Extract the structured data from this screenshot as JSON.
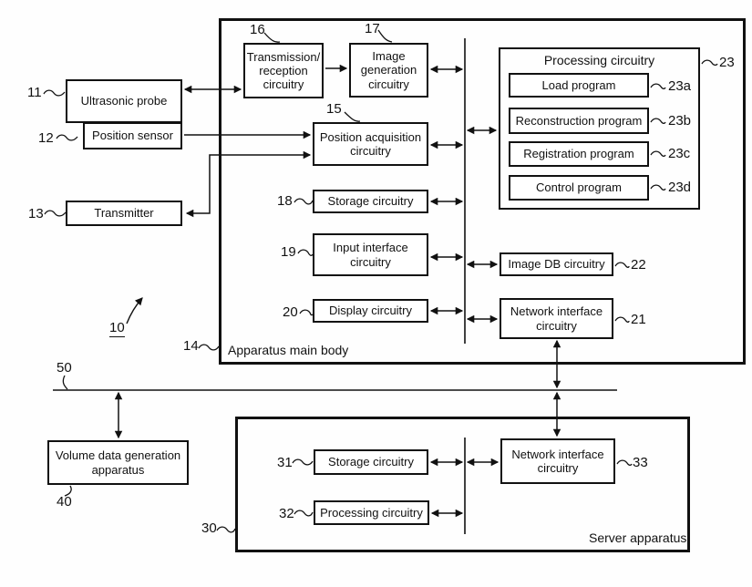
{
  "figure": {
    "system_ref": "10",
    "network": {
      "ref": "50"
    },
    "nodes": {
      "ultrasonic_probe": {
        "ref": "11",
        "label": "Ultrasonic probe"
      },
      "position_sensor": {
        "ref": "12",
        "label": "Position sensor"
      },
      "transmitter": {
        "ref": "13",
        "label": "Transmitter"
      },
      "apparatus_main_body": {
        "ref": "14",
        "label": "Apparatus main body"
      },
      "position_acquisition": {
        "ref": "15",
        "label": "Position acquisition circuitry"
      },
      "transmission_reception": {
        "ref": "16",
        "label": "Transmission/ reception circuitry"
      },
      "image_generation": {
        "ref": "17",
        "label": "Image generation circuitry"
      },
      "storage_main": {
        "ref": "18",
        "label": "Storage circuitry"
      },
      "input_interface": {
        "ref": "19",
        "label": "Input interface circuitry"
      },
      "display": {
        "ref": "20",
        "label": "Display circuitry"
      },
      "network_interface_main": {
        "ref": "21",
        "label": "Network interface circuitry"
      },
      "image_db": {
        "ref": "22",
        "label": "Image DB circuitry"
      },
      "processing_main": {
        "ref": "23",
        "label": "Processing circuitry"
      },
      "load_program": {
        "ref": "23a",
        "label": "Load program"
      },
      "reconstruction_program": {
        "ref": "23b",
        "label": "Reconstruction program"
      },
      "registration_program": {
        "ref": "23c",
        "label": "Registration program"
      },
      "control_program": {
        "ref": "23d",
        "label": "Control program"
      },
      "server_apparatus": {
        "ref": "30",
        "label": "Server apparatus"
      },
      "storage_server": {
        "ref": "31",
        "label": "Storage circuitry"
      },
      "processing_server": {
        "ref": "32",
        "label": "Processing circuitry"
      },
      "network_interface_server": {
        "ref": "33",
        "label": "Network interface circuitry"
      },
      "volume_data_generation": {
        "ref": "40",
        "label": "Volume data generation apparatus"
      }
    },
    "colors": {
      "ink": "#111111",
      "background": "#ffffff"
    }
  }
}
